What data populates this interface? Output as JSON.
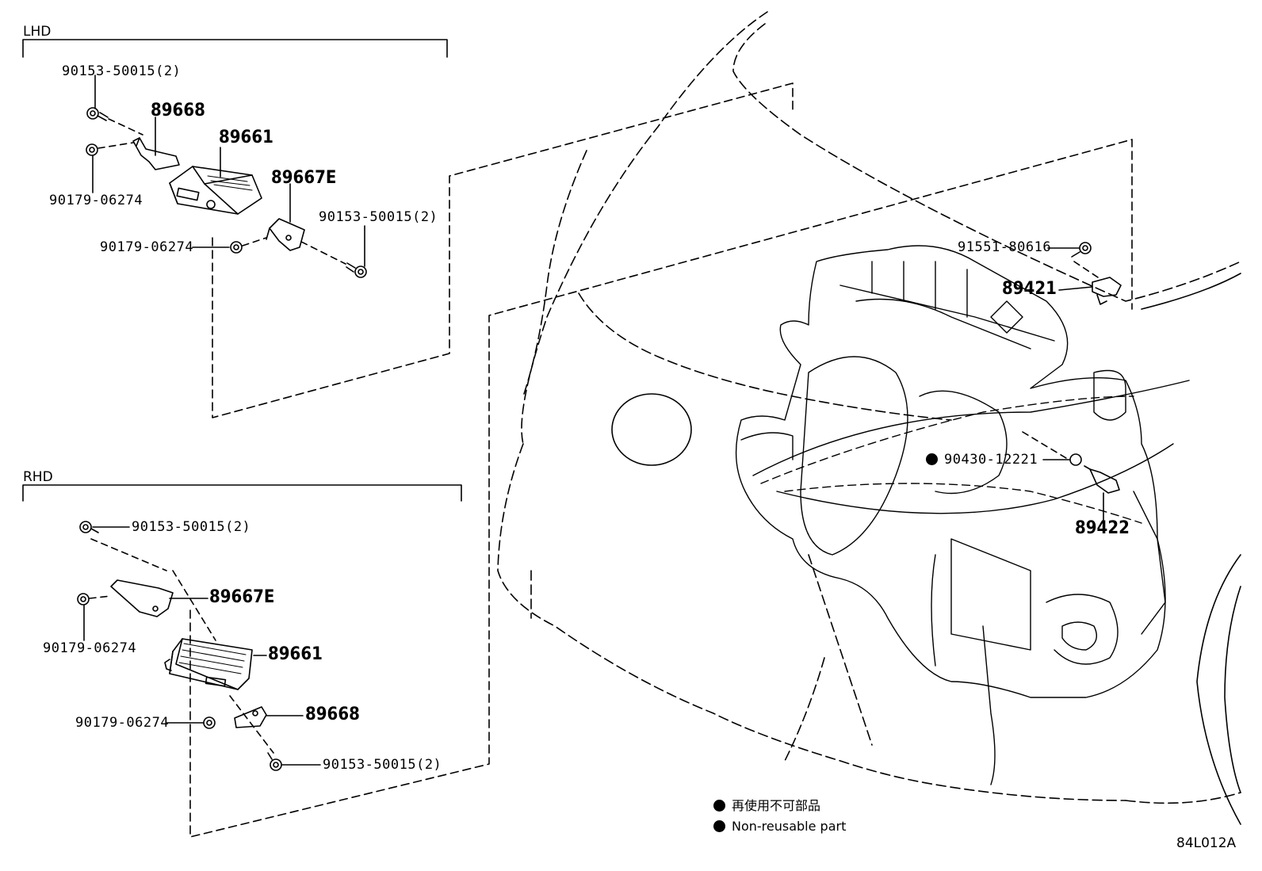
{
  "sections": {
    "lhd": "LHD",
    "rhd": "RHD"
  },
  "lhd_parts": {
    "bolt_top": "90153-50015(2)",
    "bracket": "89668",
    "ecu": "89661",
    "bracket_e": "89667E",
    "nut_upper": "90179-06274",
    "bolt_right": "90153-50015(2)",
    "nut_lower": "90179-06274"
  },
  "rhd_parts": {
    "bolt_top": "90153-50015(2)",
    "bracket_e": "89667E",
    "nut_upper": "90179-06274",
    "ecu": "89661",
    "nut_lower": "90179-06274",
    "bracket": "89668",
    "bolt_bottom": "90153-50015(2)"
  },
  "engine_parts": {
    "bolt": "91551-80616",
    "sensor_upper": "89421",
    "gasket": "90430-12221",
    "sensor_lower": "89422"
  },
  "legend": {
    "jp": "再使用不可部品",
    "en": "Non-reusable part"
  },
  "figure_code": "84L012A"
}
